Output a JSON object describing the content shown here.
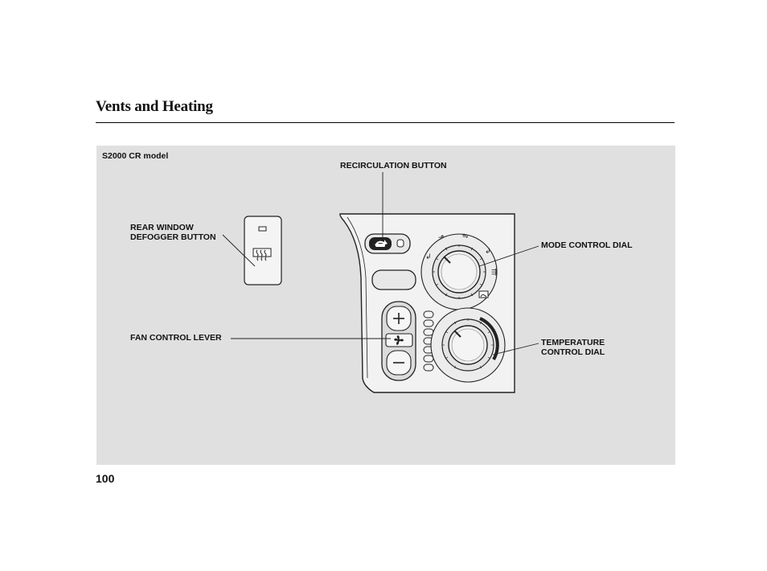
{
  "page": {
    "title": "Vents and Heating",
    "page_number": "100"
  },
  "figure": {
    "model_note": "S2000 CR model",
    "labels": {
      "recirculation": "RECIRCULATION BUTTON",
      "rear_defogger_line1": "REAR WINDOW",
      "rear_defogger_line2": "DEFOGGER BUTTON",
      "mode_dial": "MODE CONTROL DIAL",
      "fan_lever": "FAN CONTROL LEVER",
      "temp_line1": "TEMPERATURE",
      "temp_line2": "CONTROL DIAL"
    },
    "icons": [
      "defroster-icon",
      "fan-icon",
      "plus-icon",
      "minus-icon",
      "recirculation-icon",
      "vent-mode-icon"
    ]
  }
}
